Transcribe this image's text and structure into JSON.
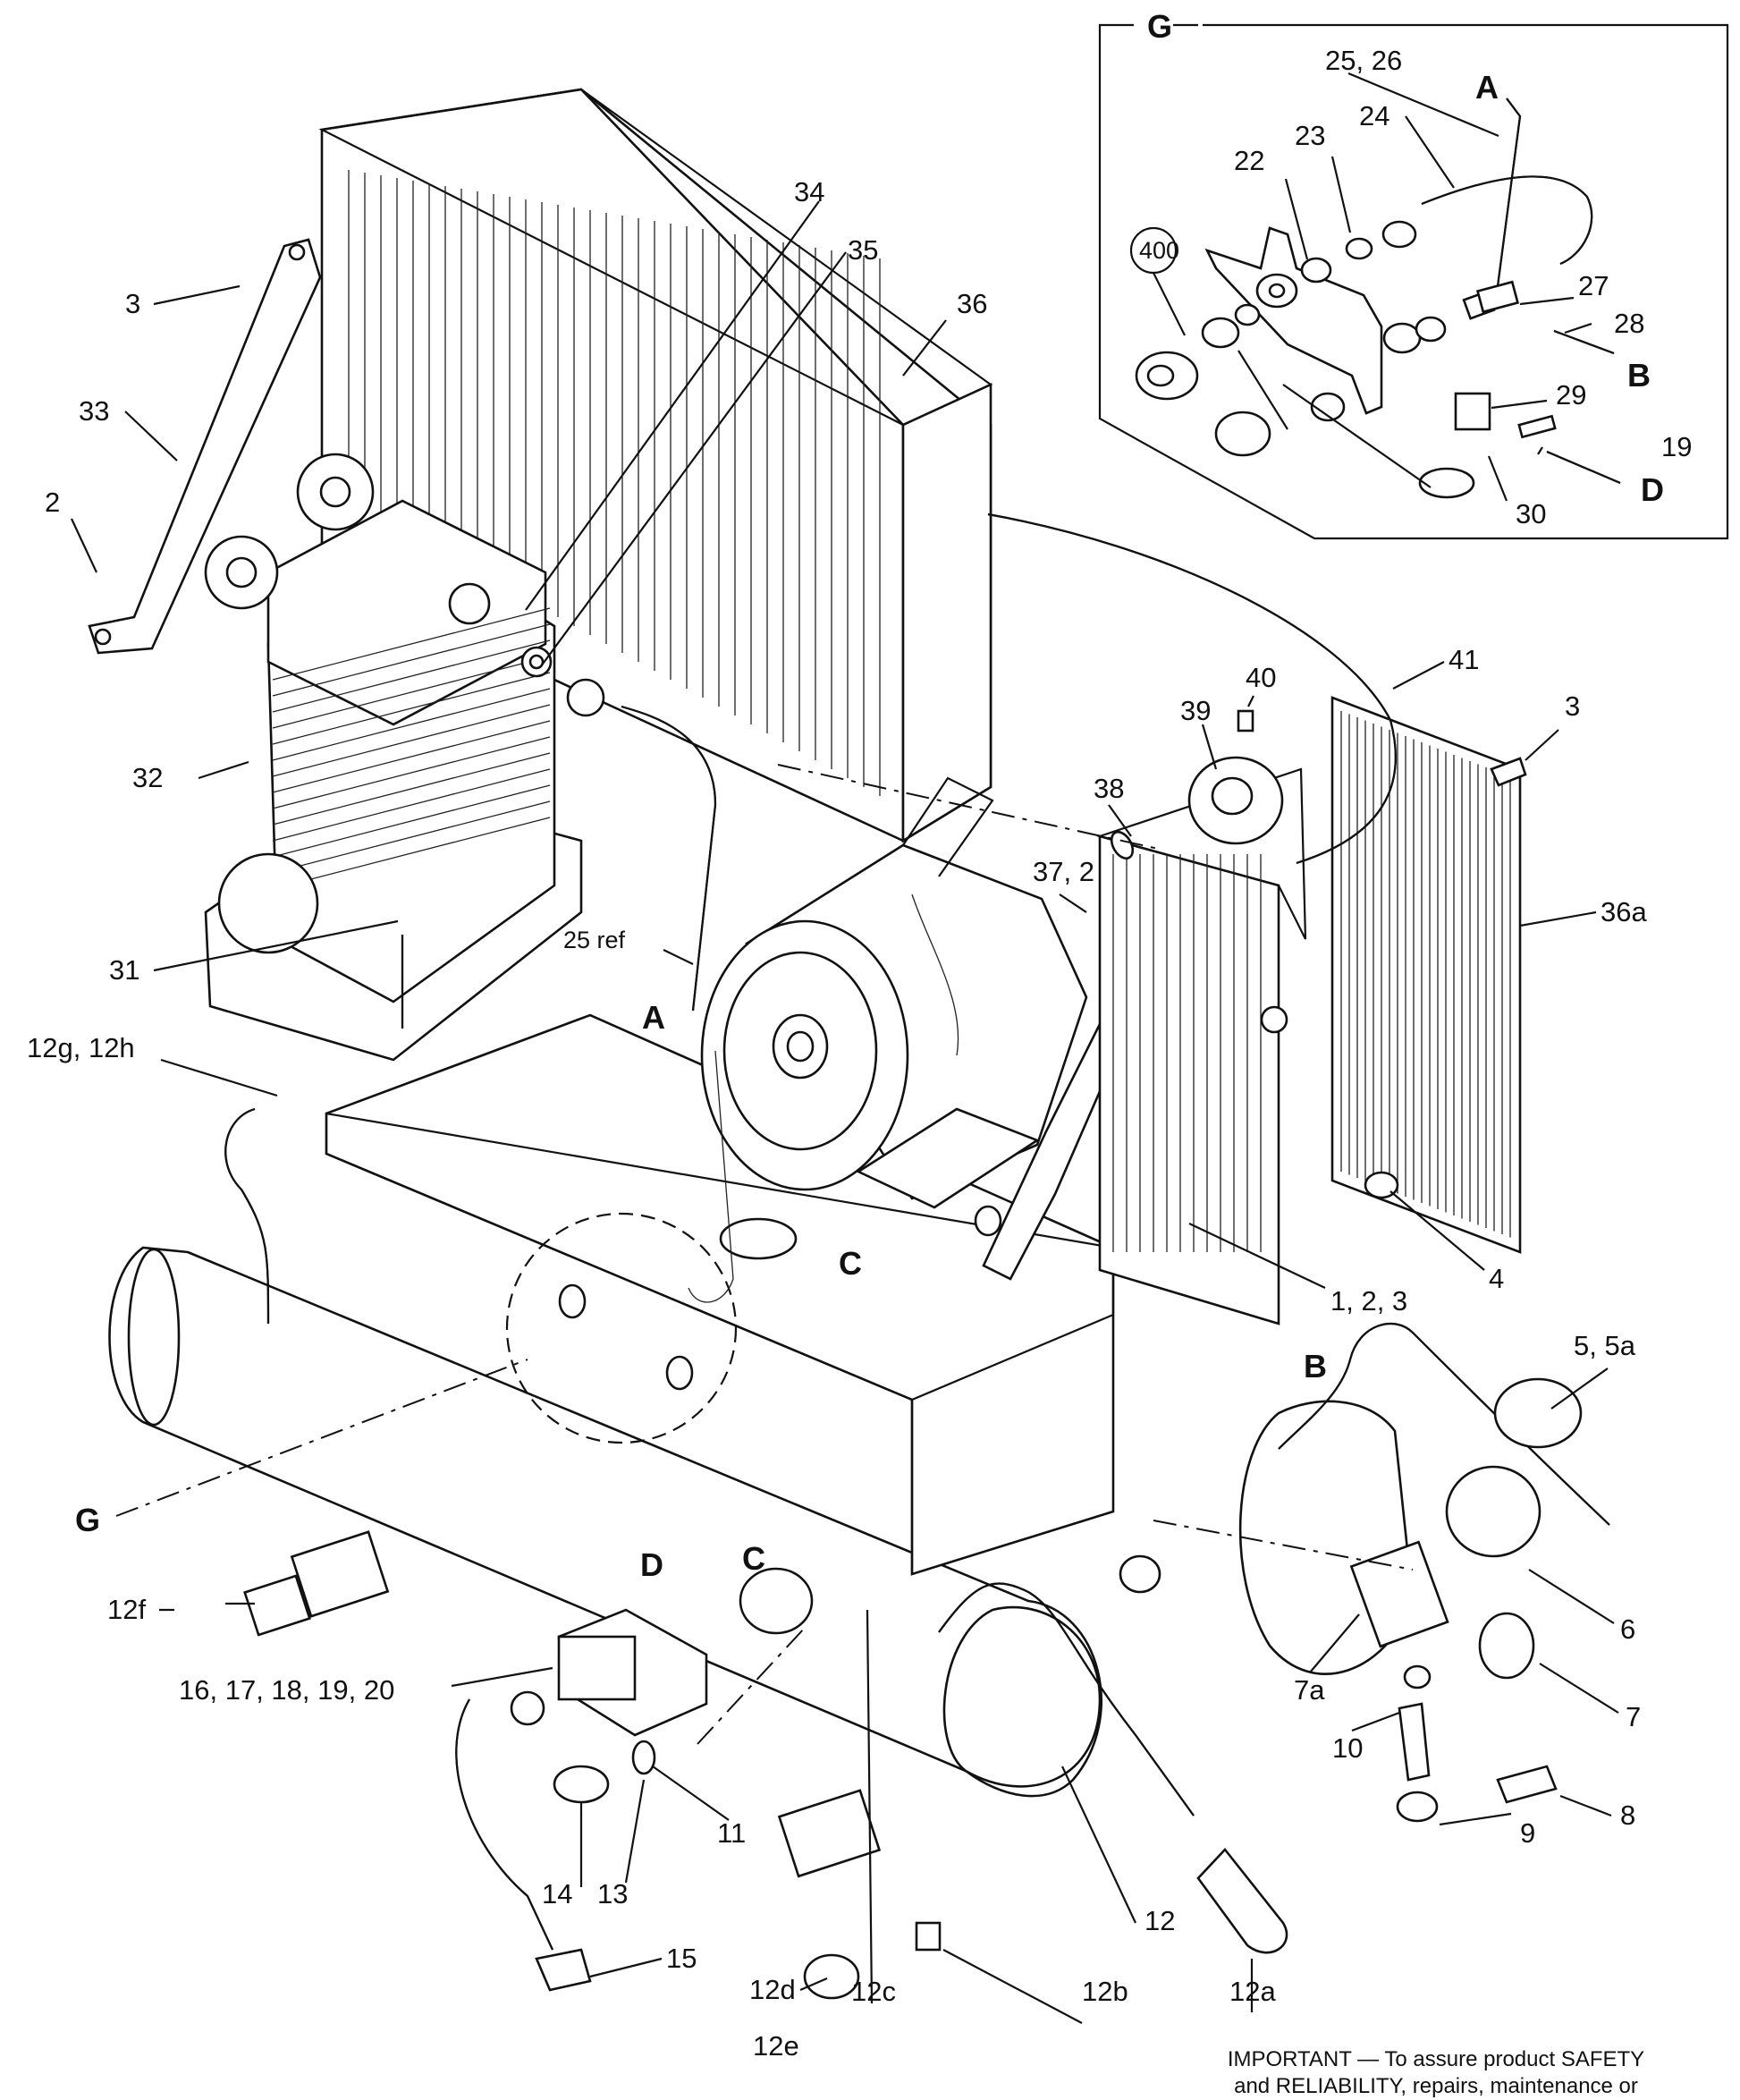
{
  "diagram": {
    "inset_title": "G",
    "labels": {
      "l25_26": "25, 26",
      "lA_inset": "A",
      "l24": "24",
      "l23": "23",
      "l22": "22",
      "l400": "400",
      "l27": "27",
      "l28": "28",
      "lB_inset": "B",
      "l29": "29",
      "l19": "19",
      "lD_inset": "D",
      "l30": "30",
      "l34": "34",
      "l35": "35",
      "l36": "36",
      "l3_top": "3",
      "l33": "33",
      "l2": "2",
      "l32": "32",
      "l31": "31",
      "l25ref": "25 ref",
      "lA_main": "A",
      "l12g_12h": "12g, 12h",
      "l37_2": "37, 2",
      "l38": "38",
      "l40": "40",
      "l39": "39",
      "l41": "41",
      "l3_right": "3",
      "l36a": "36a",
      "l4": "4",
      "l1_2_3": "1, 2, 3",
      "lC_main": "C",
      "lB_main": "B",
      "l5_5a": "5, 5a",
      "lG_main": "G",
      "l6": "6",
      "lD_switch": "D",
      "lC_switch": "C",
      "l12f": "12f",
      "l16_20": "16, 17, 18, 19, 20",
      "l7": "7",
      "l7a": "7a",
      "l10": "10",
      "l8": "8",
      "l9": "9",
      "l11": "11",
      "l14": "14",
      "l13": "13",
      "l12": "12",
      "l15": "15",
      "l12d": "12d",
      "l12c": "12c",
      "l12b": "12b",
      "l12a": "12a",
      "l12e": "12e"
    },
    "note_line1": "IMPORTANT — To assure product SAFETY",
    "note_line2": "and RELIABILITY, repairs, maintenance or"
  }
}
